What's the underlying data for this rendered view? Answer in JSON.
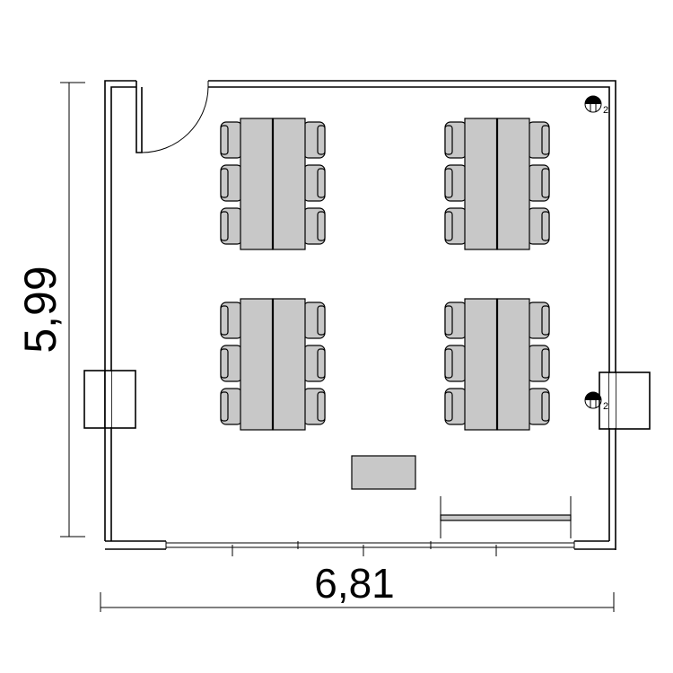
{
  "dimensions": {
    "height_label": "5,99",
    "width_label": "6,81"
  },
  "outlets": [
    {
      "label": "2"
    },
    {
      "label": "2"
    }
  ],
  "layout": {
    "table_groups": 4,
    "tables_per_group": 2,
    "chairs_per_side": 3
  }
}
